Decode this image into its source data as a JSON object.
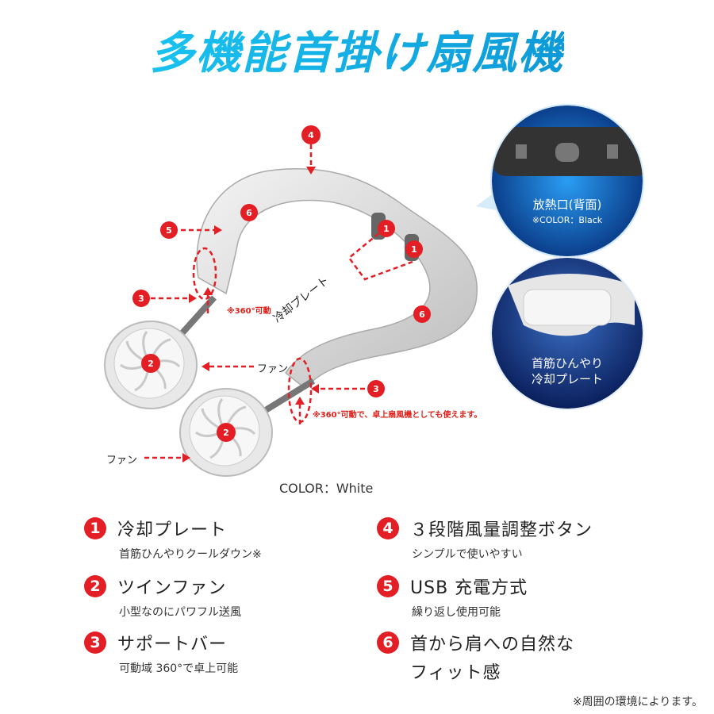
{
  "title": "多機能首掛け扇風機",
  "product": {
    "color_label": "COLOR：White",
    "label_cooling_plate": "冷却プレート",
    "label_fan_right": "ファン",
    "label_fan_left": "ファン",
    "note_360": "※360°可動",
    "note_360_desk": "※360°可動で、卓上扇風機としても使えます。",
    "markers": [
      "1",
      "1",
      "2",
      "2",
      "3",
      "3",
      "4",
      "5",
      "6",
      "6"
    ]
  },
  "callouts": {
    "exhaust_title": "放熱口(背面)",
    "exhaust_sub": "※COLOR：Black",
    "plate_line1": "首筋ひんやり",
    "plate_line2": "冷却プレート"
  },
  "features": [
    {
      "num": "1",
      "title": "冷却プレート",
      "desc": "首筋ひんやりクールダウン※"
    },
    {
      "num": "2",
      "title": "ツインファン",
      "desc": "小型なのにパワフル送風"
    },
    {
      "num": "3",
      "title": "サポートバー",
      "desc": "可動域 360°で卓上可能"
    },
    {
      "num": "4",
      "title": "３段階風量調整ボタン",
      "desc": "シンプルで使いやすい"
    },
    {
      "num": "5",
      "title": "USB 充電方式",
      "desc": "繰り返し使用可能"
    },
    {
      "num": "6",
      "title": "首から肩への自然な",
      "title2": "フィット感"
    }
  ],
  "footnote": "※周囲の環境によります。",
  "colors": {
    "title": "#18b6e8",
    "badge": "#e31e24",
    "callout": "#0a6fd6"
  }
}
